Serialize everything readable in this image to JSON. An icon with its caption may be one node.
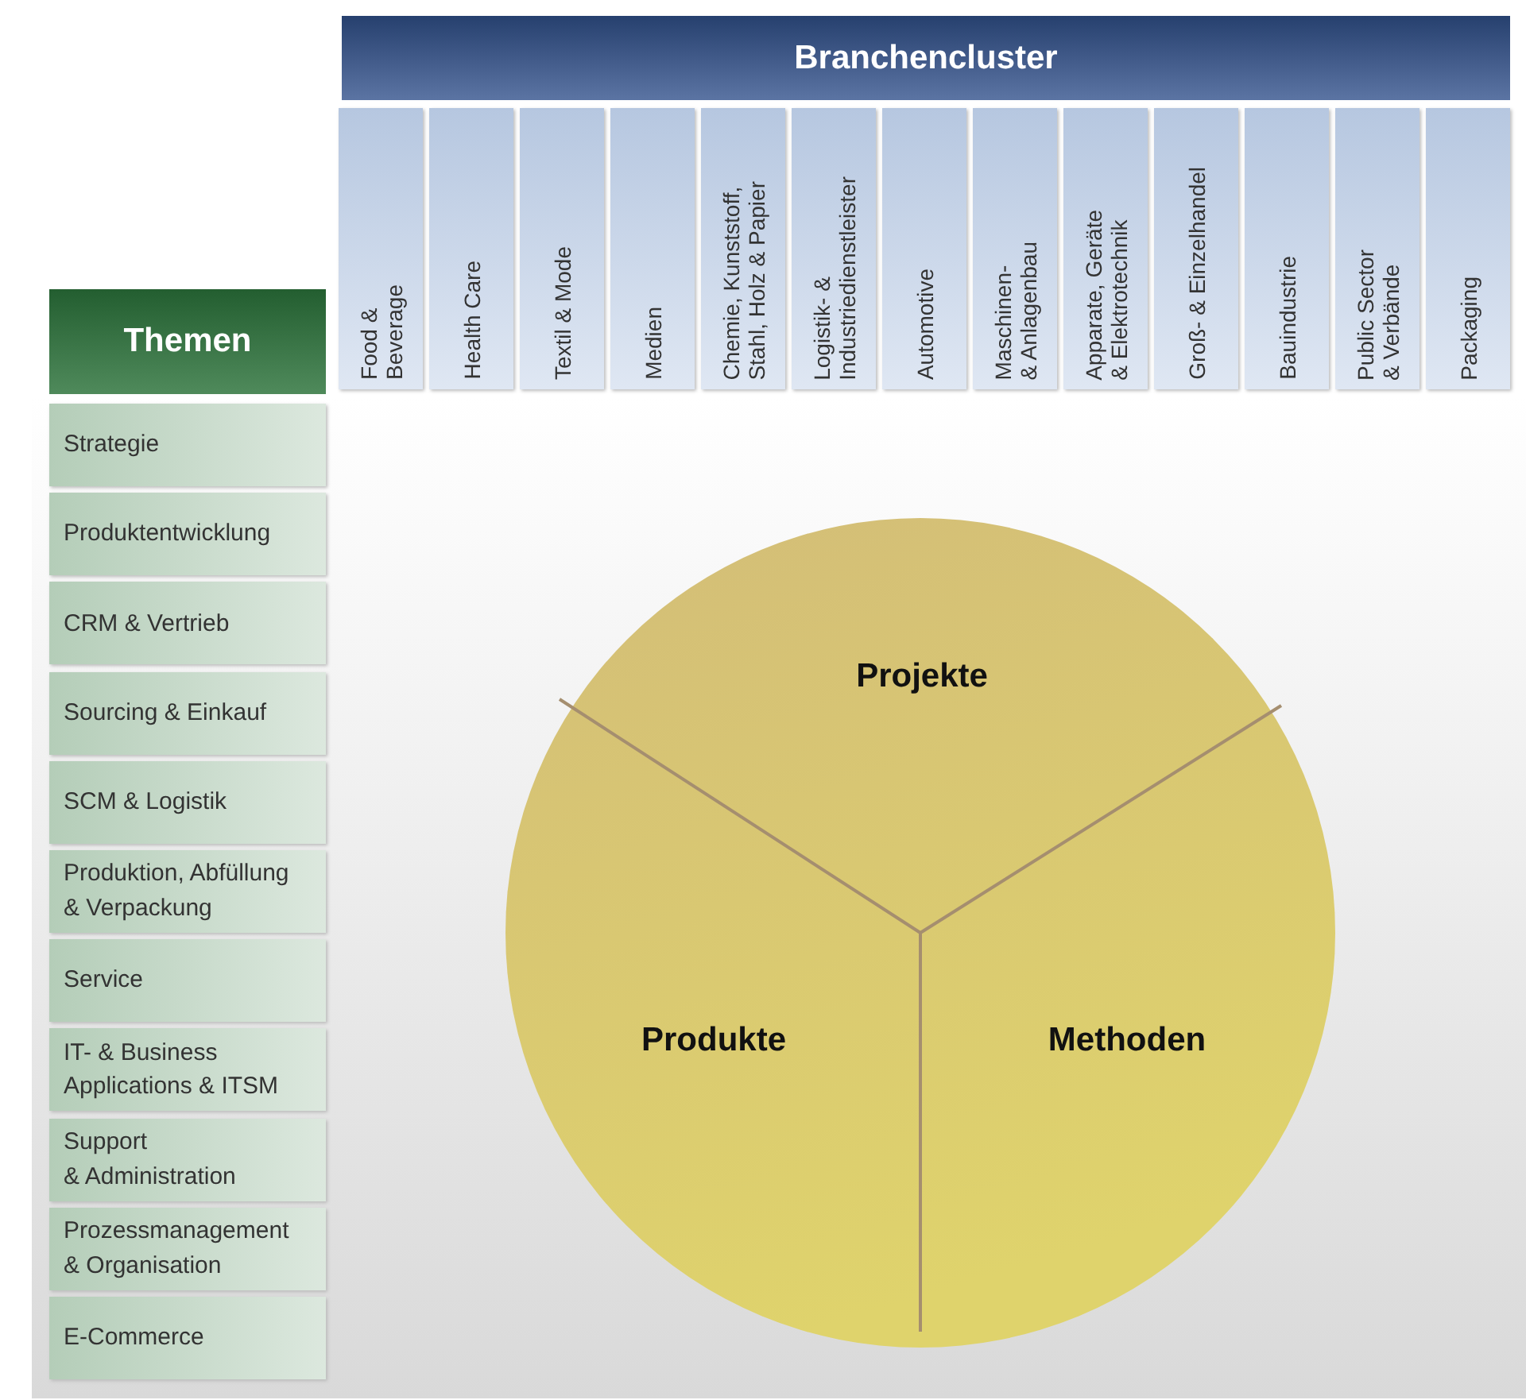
{
  "diagram": {
    "nodes": [
      {
        "text": [
          "Branchencluster"
        ]
      },
      {
        "text": [
          "Food & Beverage"
        ]
      },
      {
        "text": [
          "Health Care"
        ]
      },
      {
        "text": [
          "Textil & Mode"
        ]
      },
      {
        "text": [
          "Medien"
        ]
      },
      {
        "text": [
          "Chemie, Kunststoff, Stahl, Holz & Papier"
        ]
      },
      {
        "text": [
          "Logistik- & Industriedienstleister"
        ]
      },
      {
        "text": [
          "Automotive"
        ]
      },
      {
        "text": [
          "Maschinen- & Anlagenbau"
        ]
      },
      {
        "text": [
          "Apparate, Geräte & Elektrotechnik"
        ]
      },
      {
        "text": [
          "Groß- & Einzelhandel"
        ]
      },
      {
        "text": [
          "Bauindustrie"
        ]
      },
      {
        "text": [
          "Public Sector & Verbände"
        ]
      },
      {
        "text": [
          "Packaging"
        ]
      },
      {
        "text": [
          "Themen"
        ]
      },
      {
        "text": [
          "Strategie"
        ]
      },
      {
        "text": [
          "Produktentwicklung"
        ]
      },
      {
        "text": [
          "CRM & Vertrieb"
        ]
      },
      {
        "text": [
          "Sourcing & Einkauf"
        ]
      },
      {
        "text": [
          "SCM & Logistik"
        ]
      },
      {
        "text": [
          "Produktion, Abfüllung & Verpackung"
        ]
      },
      {
        "text": [
          "Service"
        ]
      },
      {
        "text": [
          "IT- & Business Applications & ITSM"
        ]
      },
      {
        "text": [
          "Support & Administration"
        ]
      },
      {
        "text": [
          "Prozessmanagement & Organisation"
        ]
      },
      {
        "text": [
          "E-Commerce"
        ]
      },
      {
        "text": [
          "Projekte",
          "Produkte",
          "Methoden"
        ]
      }
    ],
    "edges": []
  }
}
